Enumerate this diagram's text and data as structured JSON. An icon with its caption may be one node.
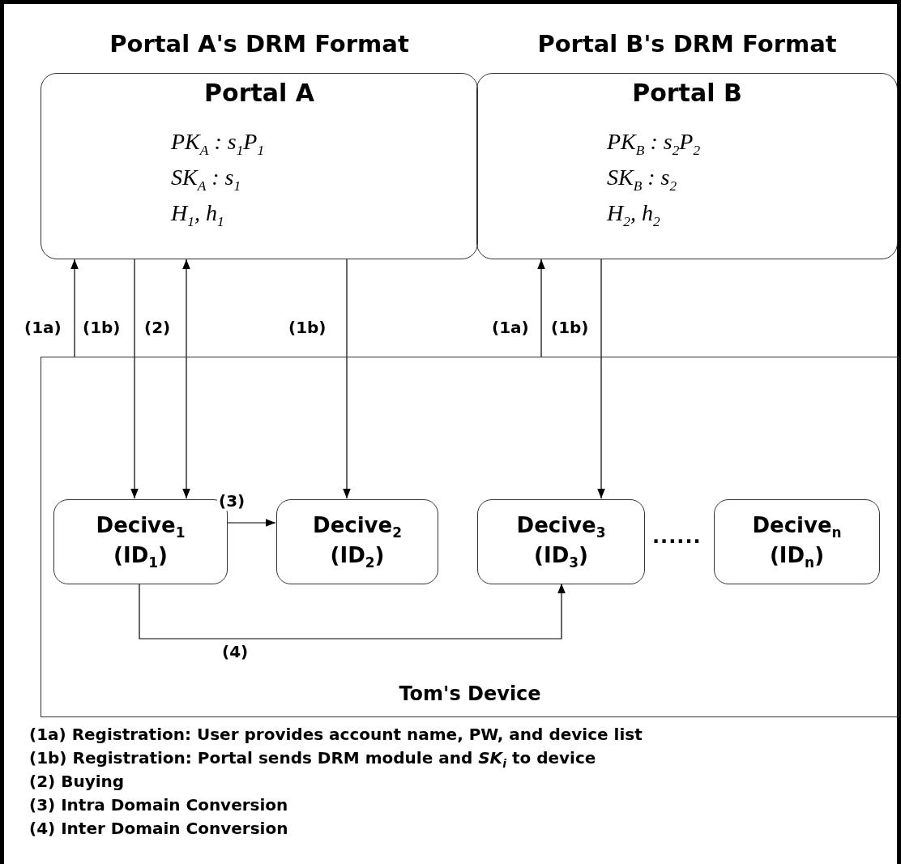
{
  "diagram": {
    "nodes": [
      {
        "text": [
          "Portal A's DRM Format",
          "Portal A",
          "PK$_{A}$ : s$_{1}$P$_{1}$",
          "SK$_{A}$ : s$_{1}$",
          "H$_{1}$, h$_{1}$"
        ]
      },
      {
        "text": [
          "Portal B's DRM Format",
          "Portal B",
          "PK$_{B}$ : s$_{2}$P$_{2}$",
          "SK$_{B}$ : s$_{2}$",
          "H$_{2}$, h$_{2}$"
        ]
      },
      {
        "text": [
          "Tom's Device"
        ]
      },
      {
        "text": [
          "Decive$_{1}$ (ID$_{1}$)"
        ],
        "in": 2
      },
      {
        "text": [
          "Decive$_{2}$ (ID$_{2}$)"
        ],
        "in": 2
      },
      {
        "text": [
          "Decive$_{3}$ (ID$_{3}$)"
        ],
        "in": 2
      },
      {
        "text": [
          "Decive$_{n}$ (ID$_{n}$)"
        ],
        "in": 2
      }
    ],
    "edges": [
      {
        "from": 2,
        "to": 0,
        "arrow": "to",
        "label": "(1a)"
      },
      {
        "from": 0,
        "to": 3,
        "arrow": "to",
        "label": "(1b)"
      },
      {
        "from": 0,
        "to": 3,
        "arrow": "both",
        "label": "(2)"
      },
      {
        "from": 0,
        "to": 4,
        "arrow": "to",
        "label": "(1b)"
      },
      {
        "from": 2,
        "to": 1,
        "arrow": "to",
        "label": "(1a)"
      },
      {
        "from": 1,
        "to": 5,
        "arrow": "to",
        "label": "(1b)"
      },
      {
        "from": 3,
        "to": 4,
        "arrow": "to",
        "label": "(3)"
      },
      {
        "from": 3,
        "to": 5,
        "arrow": "to",
        "label": "(4)"
      }
    ],
    "labels": [
      "......",
      "(1a) Registration: User provides account name, PW, and device list",
      "(1b) Registration: Portal sends DRM module and *SK*$_{i}$ to device",
      "(2) Buying",
      "(3) Intra Domain Conversion",
      "(4) Inter Domain Conversion"
    ]
  }
}
